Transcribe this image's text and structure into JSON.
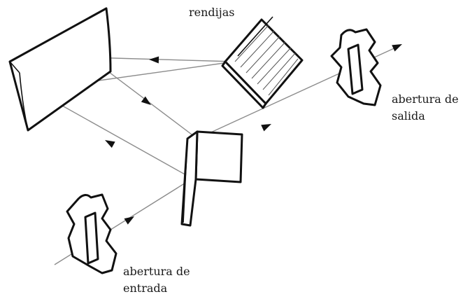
{
  "diagram": {
    "labels": {
      "grating": "rendijas",
      "exit_line1": "abertura de",
      "exit_line2": "salida",
      "entrance_line1": "abertura de",
      "entrance_line2": "entrada"
    },
    "colors": {
      "line": "#111111",
      "ray": "#8c8c8c",
      "background": "#ffffff"
    }
  }
}
